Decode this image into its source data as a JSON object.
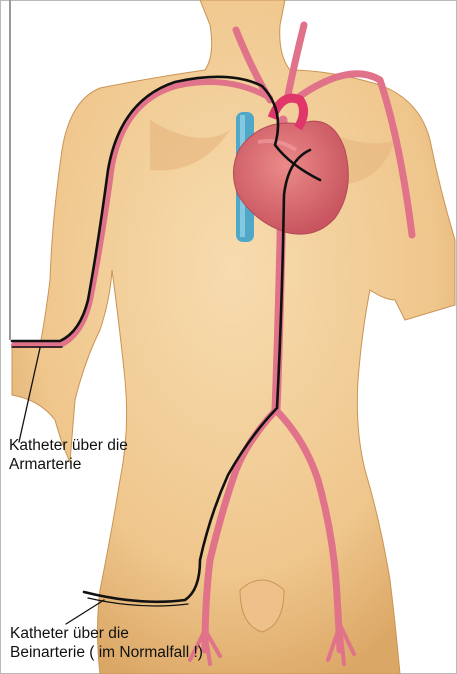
{
  "labels": {
    "arm_catheter": [
      "Katheter über die",
      "Armarterie"
    ],
    "leg_catheter": [
      "Katheter  über die",
      "Beinarterie ( im Normalfall !)"
    ]
  },
  "colors": {
    "skin": "#f1cc95",
    "skin_shadow": "#d9a766",
    "artery": "#e0728a",
    "heart": "#d86a6e",
    "vein": "#4fa8c8",
    "catheter": "#111111"
  }
}
